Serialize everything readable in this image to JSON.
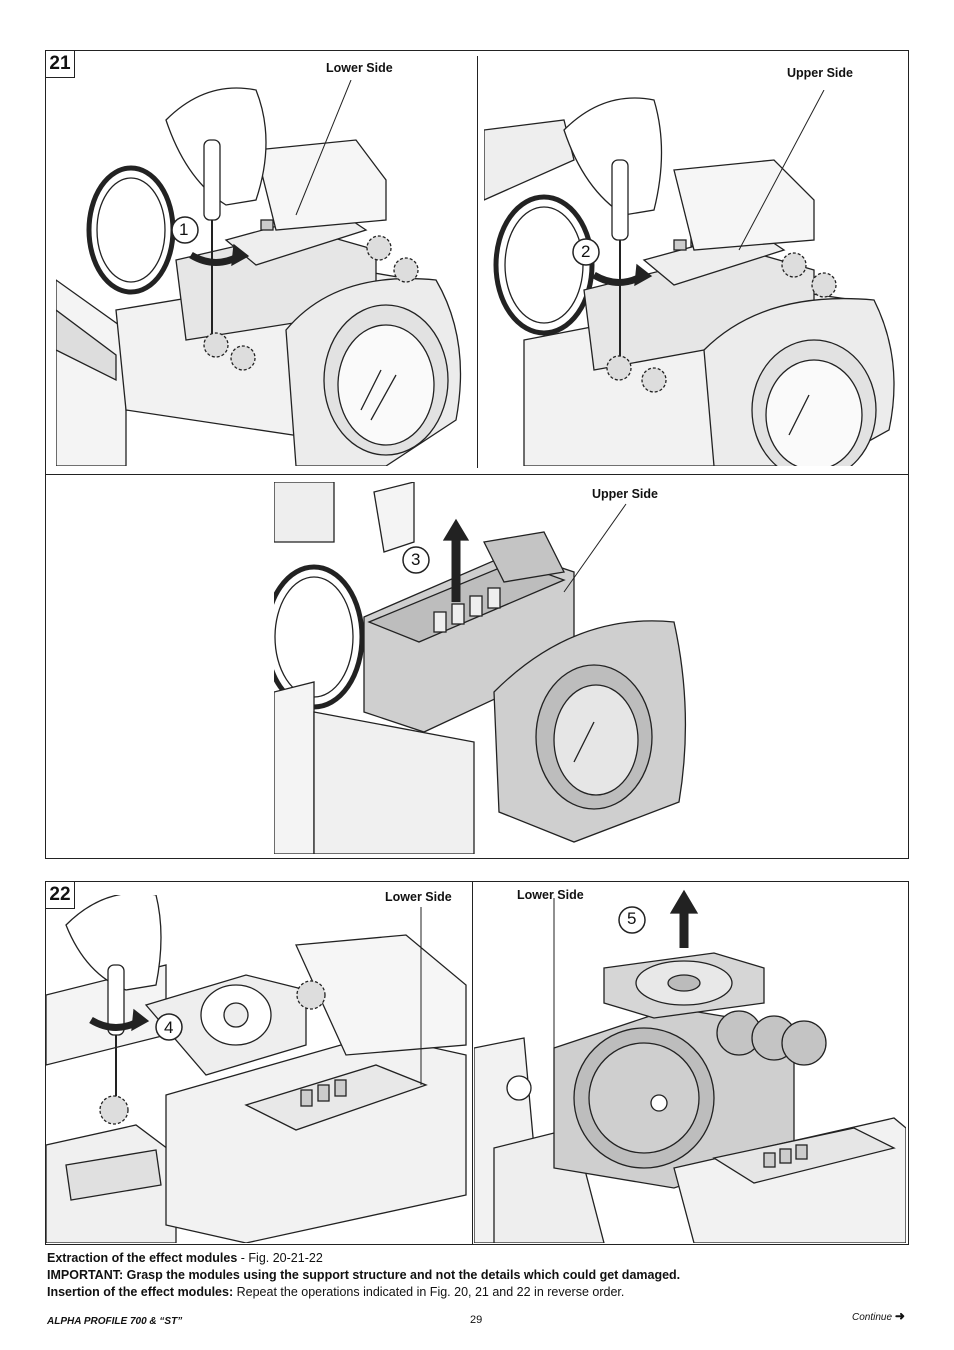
{
  "figures": {
    "fig21": {
      "number": "21",
      "panel1": {
        "label": "Lower Side",
        "step": "1"
      },
      "panel2": {
        "label": "Upper Side",
        "step": "2"
      },
      "panel3": {
        "label": "Upper Side",
        "step": "3"
      }
    },
    "fig22": {
      "number": "22",
      "panel4": {
        "label": "Lower Side",
        "step": "4"
      },
      "panel5": {
        "label": "Lower Side",
        "step": "5"
      }
    }
  },
  "caption": {
    "line1_bold": "Extraction of the effect modules",
    "line1_rest": " - Fig. 20-21-22",
    "line2_bold": "IMPORTANT: Grasp the modules using the support structure and not the details which could get damaged.",
    "line3_bold": "Insertion of the effect modules:",
    "line3_rest": " Repeat the operations indicated in Fig. 20, 21 and 22 in reverse order."
  },
  "footer": {
    "product": "ALPHA PROFILE 700 & “ST”",
    "page": "29",
    "continue": "Continue"
  }
}
